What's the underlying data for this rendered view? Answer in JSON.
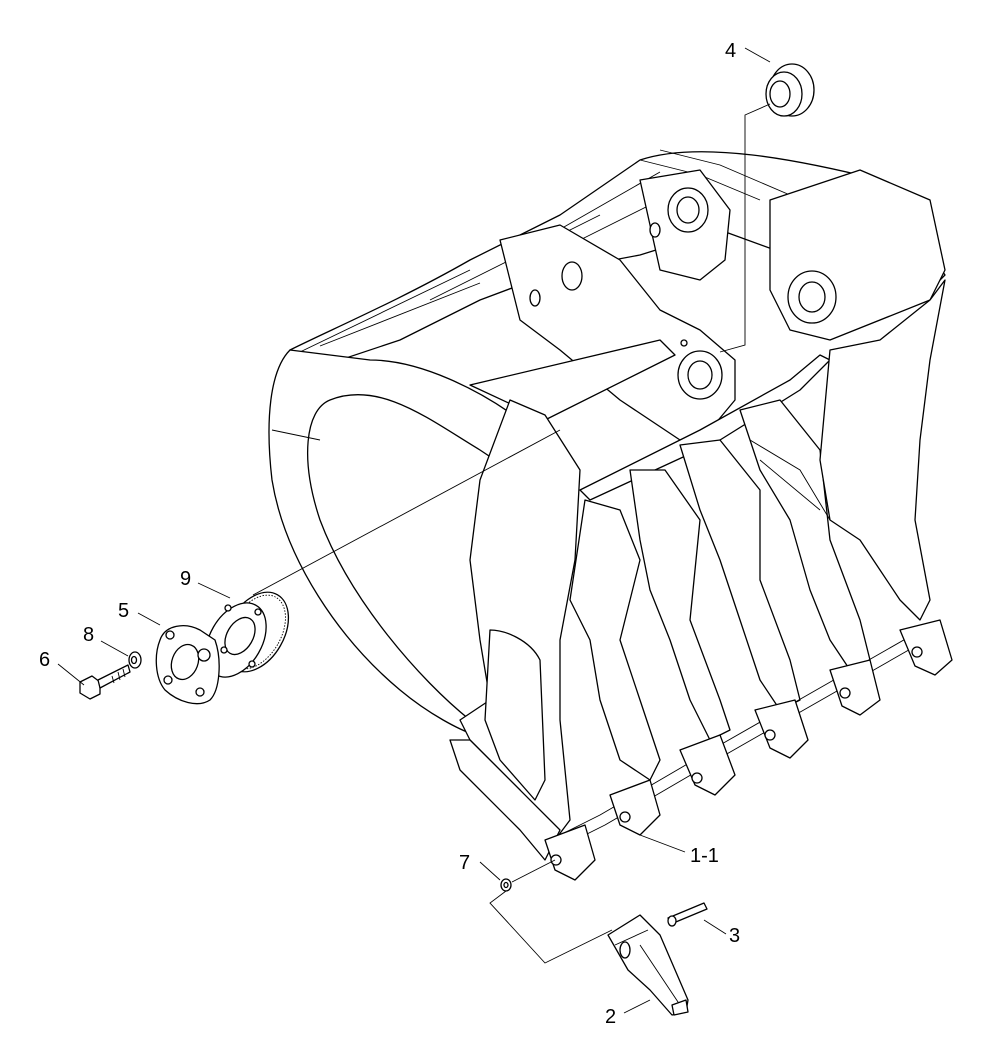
{
  "callouts": {
    "c1": "1-1",
    "c2": "2",
    "c3": "3",
    "c4": "4",
    "c5": "5",
    "c6": "6",
    "c7": "7",
    "c8": "8",
    "c9": "9"
  },
  "colors": {
    "line": "#000000",
    "background": "#ffffff"
  }
}
